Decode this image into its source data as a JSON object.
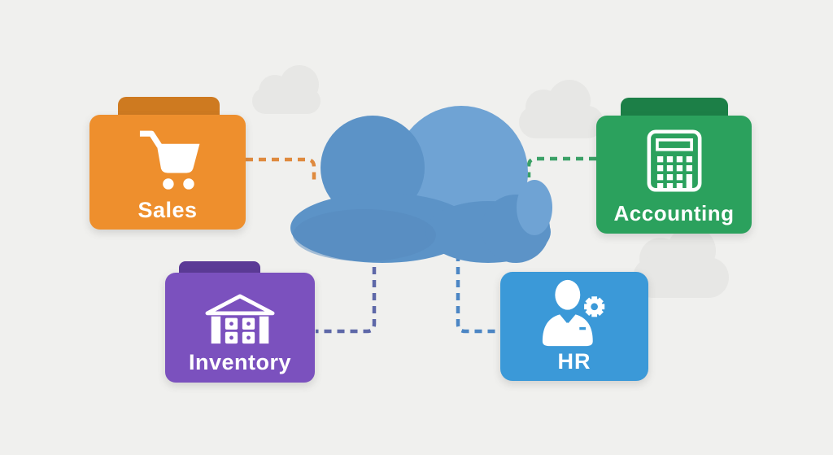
{
  "diagram": {
    "name": "cloud-connected-business-modules",
    "background_color": "#F0F0EE",
    "faint_cloud_color": "#E7E7E5",
    "label_text_color": "#FFFFFF",
    "center_node": {
      "name": "cloud",
      "colors": {
        "main": "#5C93C7",
        "light": "#6FA3D4",
        "shade": "#5589BE"
      }
    },
    "nodes": [
      {
        "id": "sales",
        "label": "Sales",
        "icon": "shopping-cart-icon",
        "body_color": "#EE8F2D",
        "tab_color": "#CE7A20",
        "has_tab": true,
        "position": "top-left"
      },
      {
        "id": "accounting",
        "label": "Accounting",
        "icon": "calculator-icon",
        "body_color": "#2BA15D",
        "tab_color": "#1C7F47",
        "has_tab": true,
        "position": "top-right"
      },
      {
        "id": "inventory",
        "label": "Inventory",
        "icon": "warehouse-icon",
        "body_color": "#7B51BE",
        "tab_color": "#5B3A96",
        "has_tab": true,
        "position": "bottom-left"
      },
      {
        "id": "hr",
        "label": "HR",
        "icon": "person-gear-icon",
        "body_color": "#3B99D8",
        "tab_color": "",
        "has_tab": false,
        "position": "bottom-right"
      }
    ],
    "connections": [
      {
        "from": "sales",
        "to": "cloud",
        "style": "dashed",
        "color": "#DF8A3E"
      },
      {
        "from": "accounting",
        "to": "cloud",
        "style": "dashed",
        "color": "#3AA066"
      },
      {
        "from": "inventory",
        "to": "cloud",
        "style": "dashed",
        "color": "#5E68A8"
      },
      {
        "from": "hr",
        "to": "cloud",
        "style": "dashed",
        "color": "#4C86C4"
      }
    ]
  }
}
